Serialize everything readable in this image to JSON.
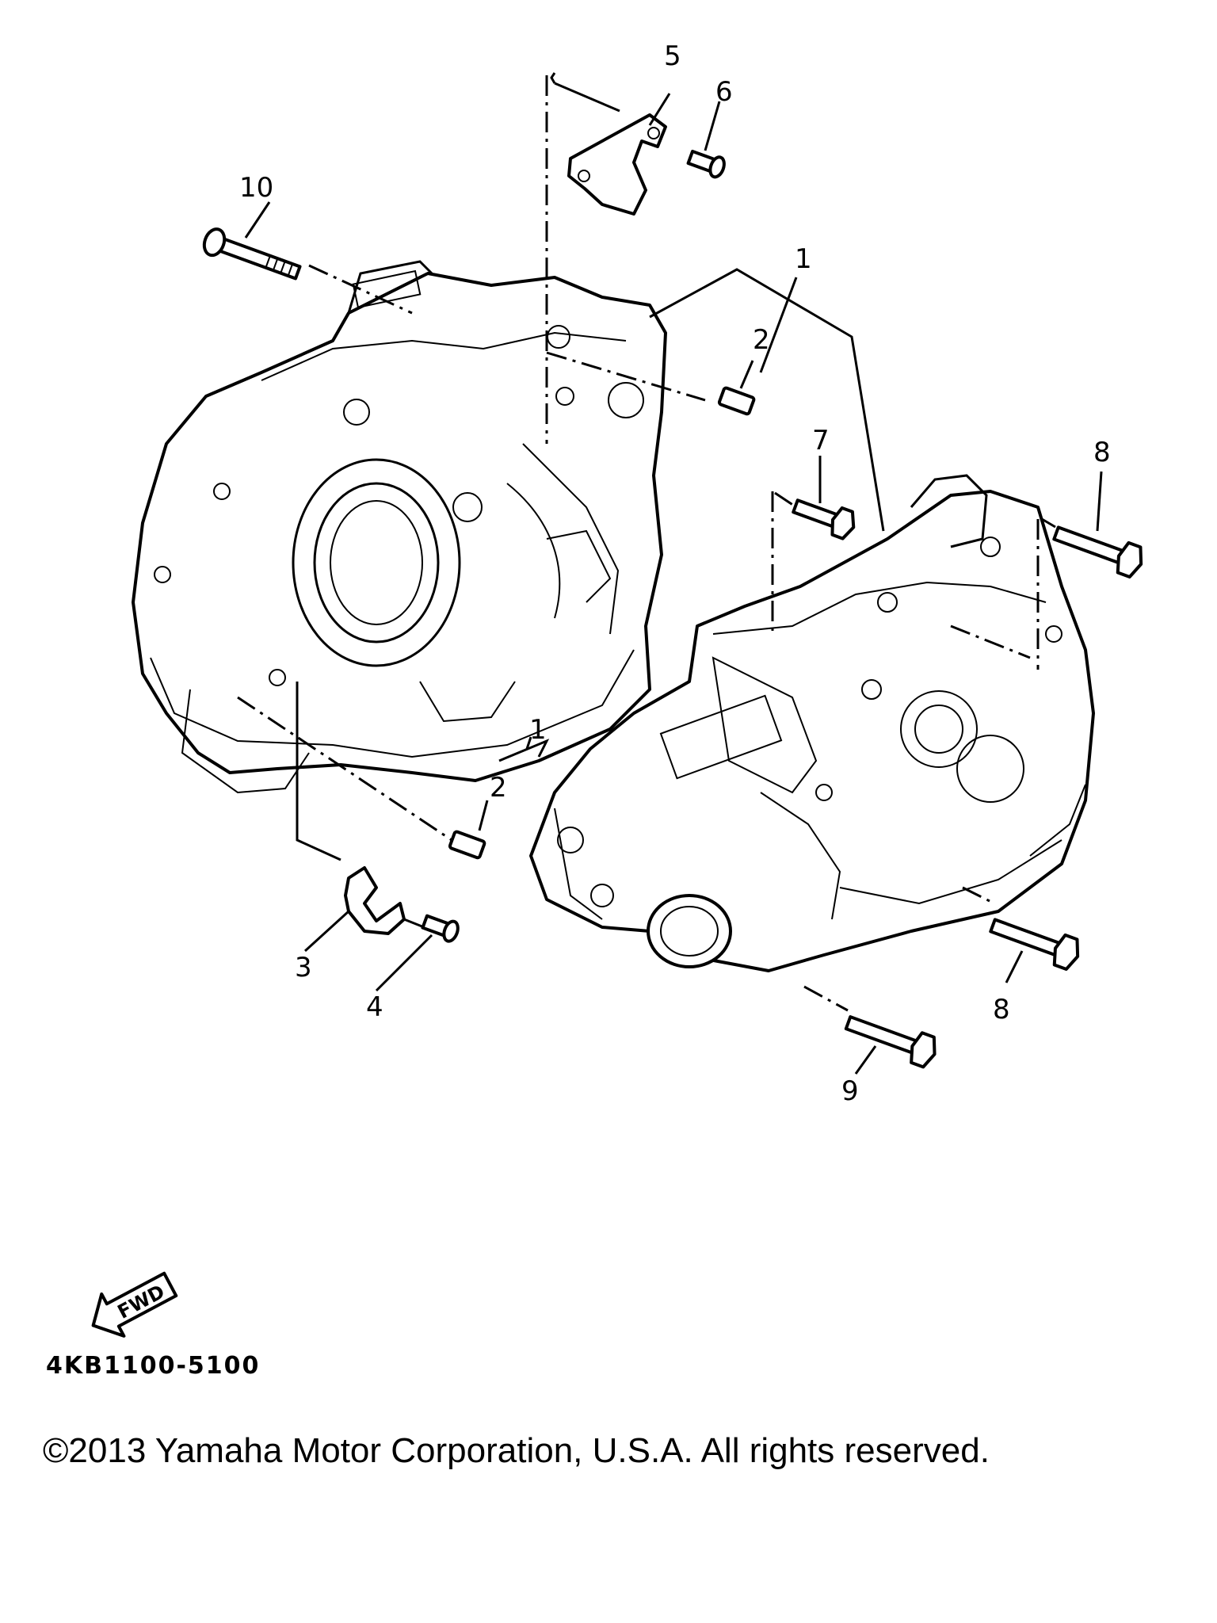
{
  "callouts": {
    "c1_top": "1",
    "c1_mid": "1",
    "c2_top": "2",
    "c2_mid": "2",
    "c3": "3",
    "c4": "4",
    "c5": "5",
    "c6": "6",
    "c7": "7",
    "c8_top": "8",
    "c8_bot": "8",
    "c9": "9",
    "c10": "10"
  },
  "fwd_label": "FWD",
  "diagram_code": "4KB1100-5100",
  "copyright": "©2013 Yamaha Motor Corporation, U.S.A. All rights reserved."
}
